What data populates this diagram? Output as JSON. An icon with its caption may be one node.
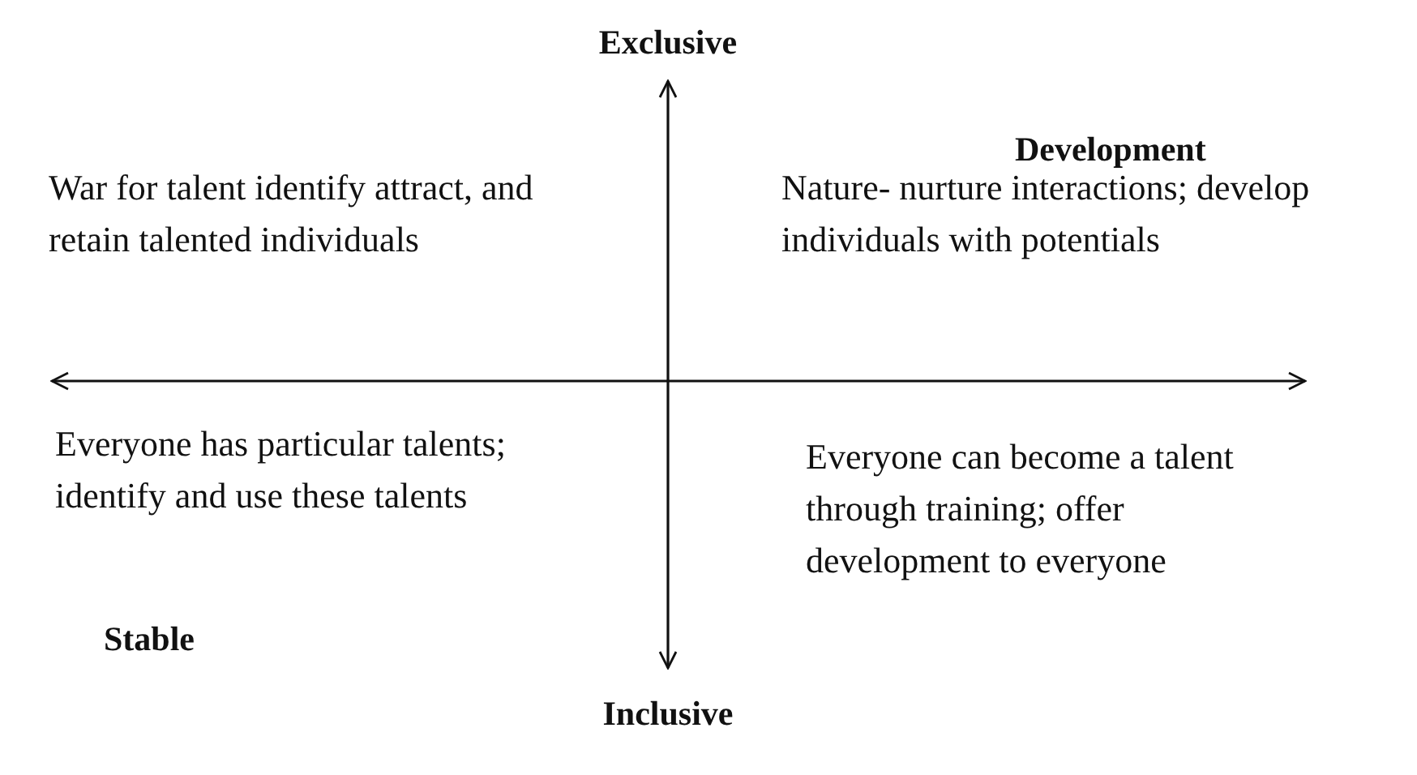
{
  "diagram": {
    "labels": [
      "Exclusive",
      "Development",
      "War for talent identify attract, and retain talented individuals",
      "Nature- nurture interactions; develop individuals with potentials",
      "Everyone has particular talents; identify and use these talents",
      "Everyone can become a talent through training; offer development to everyone",
      "Stable",
      "Inclusive"
    ]
  }
}
